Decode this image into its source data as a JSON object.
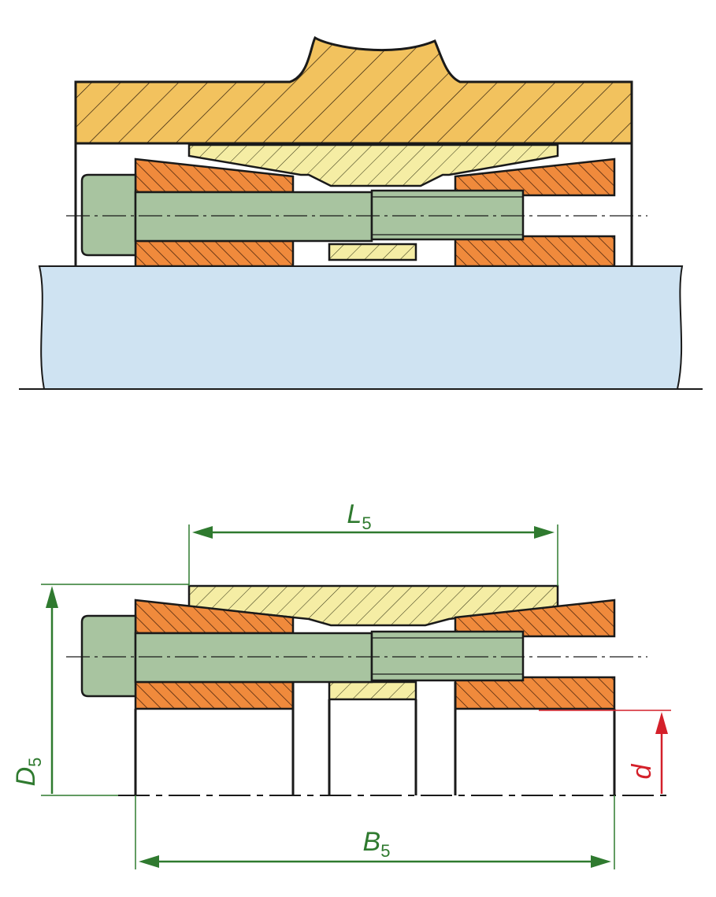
{
  "labels": {
    "L": "L",
    "L_sub": "5",
    "D": "D",
    "D_sub": "5",
    "B": "B",
    "B_sub": "5",
    "d": "d"
  },
  "colors": {
    "hub": "#f2c25e",
    "inner_ring": "#f5eda4",
    "outer_rings": "#f08a3c",
    "screw": "#a8c4a0",
    "shaft": "#cfe3f2",
    "dimension_green": "#2f7a2f",
    "dimension_red": "#d4202a",
    "outline": "#1a1a1a"
  }
}
